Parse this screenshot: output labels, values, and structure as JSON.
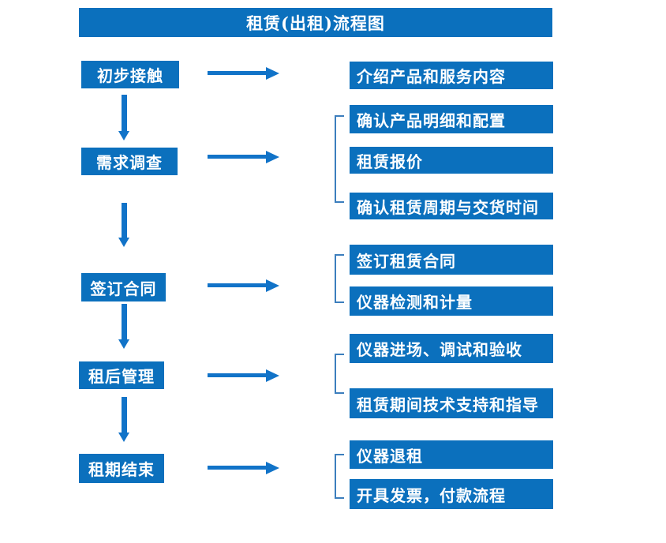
{
  "title": "租赁(出租)流程图",
  "colors": {
    "primary_blue": "#0b70bd",
    "arrow_blue": "#1173c8",
    "bracket_blue": "#3c7ebd",
    "text": "#ffffff",
    "background": "#ffffff"
  },
  "steps": [
    {
      "label": "初步接触"
    },
    {
      "label": "需求调查"
    },
    {
      "label": "签订合同"
    },
    {
      "label": "租后管理"
    },
    {
      "label": "租期结束"
    }
  ],
  "details": [
    {
      "label": "介绍产品和服务内容"
    },
    {
      "label": "确认产品明细和配置"
    },
    {
      "label": "租赁报价"
    },
    {
      "label": "确认租赁周期与交货时间"
    },
    {
      "label": "签订租赁合同"
    },
    {
      "label": "仪器检测和计量"
    },
    {
      "label": "仪器进场、调试和验收"
    },
    {
      "label": "租赁期间技术支持和指导"
    },
    {
      "label": "仪器退租"
    },
    {
      "label": "开具发票，付款流程"
    }
  ]
}
